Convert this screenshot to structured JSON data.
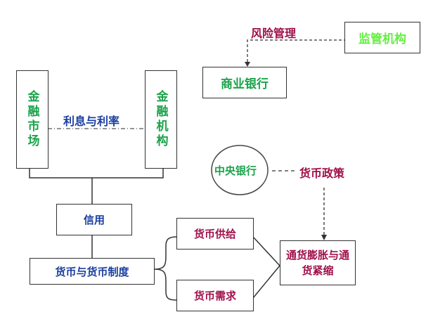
{
  "colors": {
    "green": "#1aa34a",
    "light_green": "#66ee44",
    "blue": "#1a3fa0",
    "crimson": "#a0104a",
    "line": "#333333",
    "dash": "#555555"
  },
  "nodes": {
    "regulator": "监管机构",
    "risk_management": "风险管理",
    "commercial_bank": "商业银行",
    "financial_market": "金融市场",
    "financial_institution": "金融机构",
    "interest": "利息与利率",
    "central_bank": "中央银行",
    "monetary_policy": "货币政策",
    "credit": "信用",
    "money_system": "货币与货币制度",
    "money_supply": "货币供给",
    "money_demand": "货币需求",
    "inflation_deflation": "通货膨胀与通货紧缩"
  }
}
